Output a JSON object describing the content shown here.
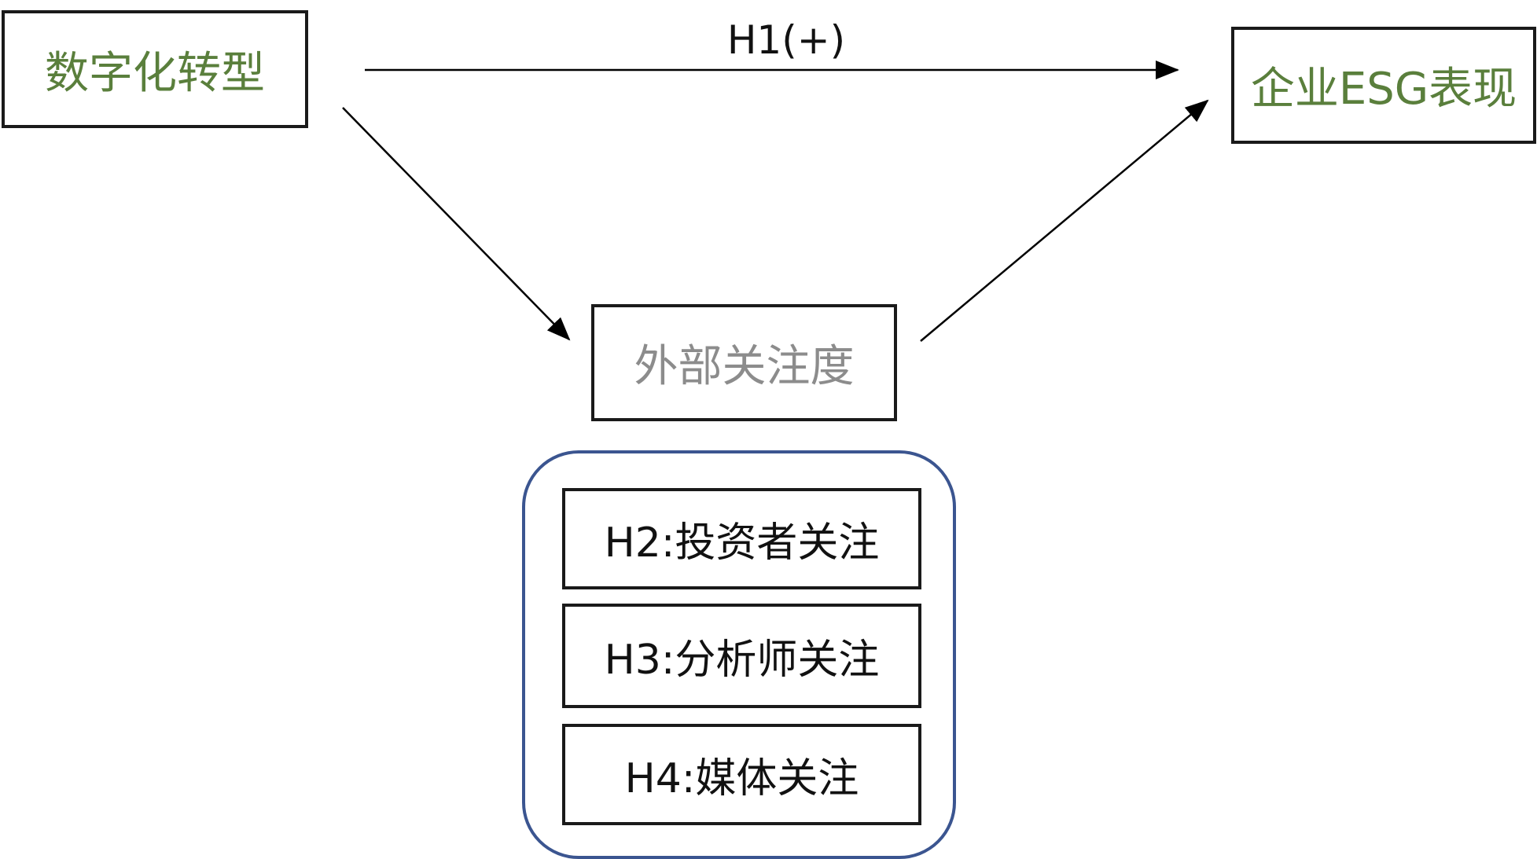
{
  "nodes": {
    "independent": "数字化转型",
    "dependent": "企业ESG表现",
    "mediator": "外部关注度"
  },
  "paths": {
    "direct_label": "H1(+)"
  },
  "hypotheses": [
    "H2:投资者关注",
    "H3:分析师关注",
    "H4:媒体关注"
  ],
  "colors": {
    "node_text_green": "#5a7f3c",
    "mediator_text_gray": "#8c8c8c",
    "group_frame_blue": "#3b5590",
    "line_black": "#1a1a1a"
  }
}
